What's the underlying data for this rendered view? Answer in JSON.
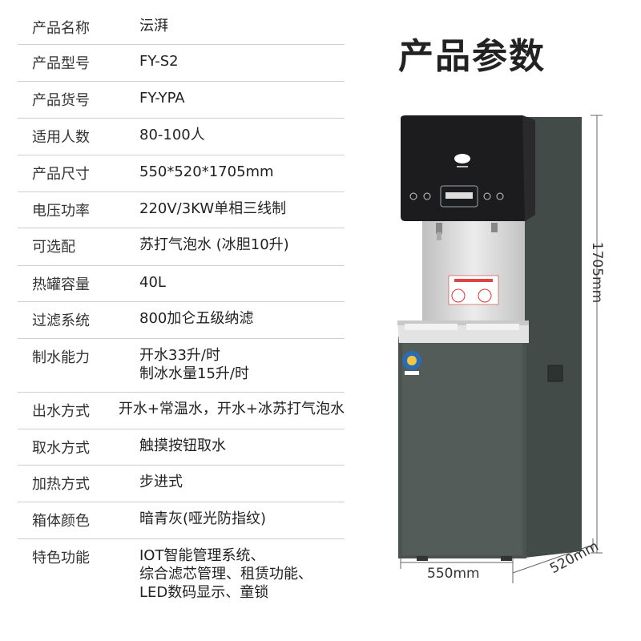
{
  "title": "产品参数",
  "specs": [
    {
      "label": "产品名称",
      "lines": [
        "沄湃"
      ]
    },
    {
      "label": "产品型号",
      "lines": [
        "FY-S2"
      ]
    },
    {
      "label": "产品货号",
      "lines": [
        "FY-YPA"
      ]
    },
    {
      "label": "适用人数",
      "lines": [
        "80-100人"
      ]
    },
    {
      "label": "产品尺寸",
      "lines": [
        "550*520*1705mm"
      ]
    },
    {
      "label": "电压功率",
      "lines": [
        "220V/3KW单相三线制"
      ]
    },
    {
      "label": "可选配",
      "lines": [
        "苏打气泡水 (冰胆10升)"
      ]
    },
    {
      "label": "热罐容量",
      "lines": [
        "40L"
      ]
    },
    {
      "label": "过滤系统",
      "lines": [
        "800加仑五级纳滤"
      ]
    },
    {
      "label": "制水能力",
      "lines": [
        "开水33升/时",
        "制冰水量15升/时"
      ]
    },
    {
      "label": "出水方式",
      "lines": [
        "开水+常温水，开水+冰苏打气泡水"
      ]
    },
    {
      "label": "取水方式",
      "lines": [
        "触摸按钮取水"
      ]
    },
    {
      "label": "加热方式",
      "lines": [
        "步进式"
      ]
    },
    {
      "label": "箱体颜色",
      "lines": [
        "暗青灰(哑光防指纹)"
      ]
    },
    {
      "label": "特色功能",
      "lines": [
        "IOT智能管理系统、",
        "综合滤芯管理、租赁功能、",
        "LED数码显示、童锁"
      ]
    }
  ],
  "dimensions": {
    "height": "1705mm",
    "width": "550mm",
    "depth": "520mm"
  },
  "colors": {
    "body": "#4a5350",
    "panel": "#1c1c1e",
    "steel": "#d8d8d8"
  }
}
